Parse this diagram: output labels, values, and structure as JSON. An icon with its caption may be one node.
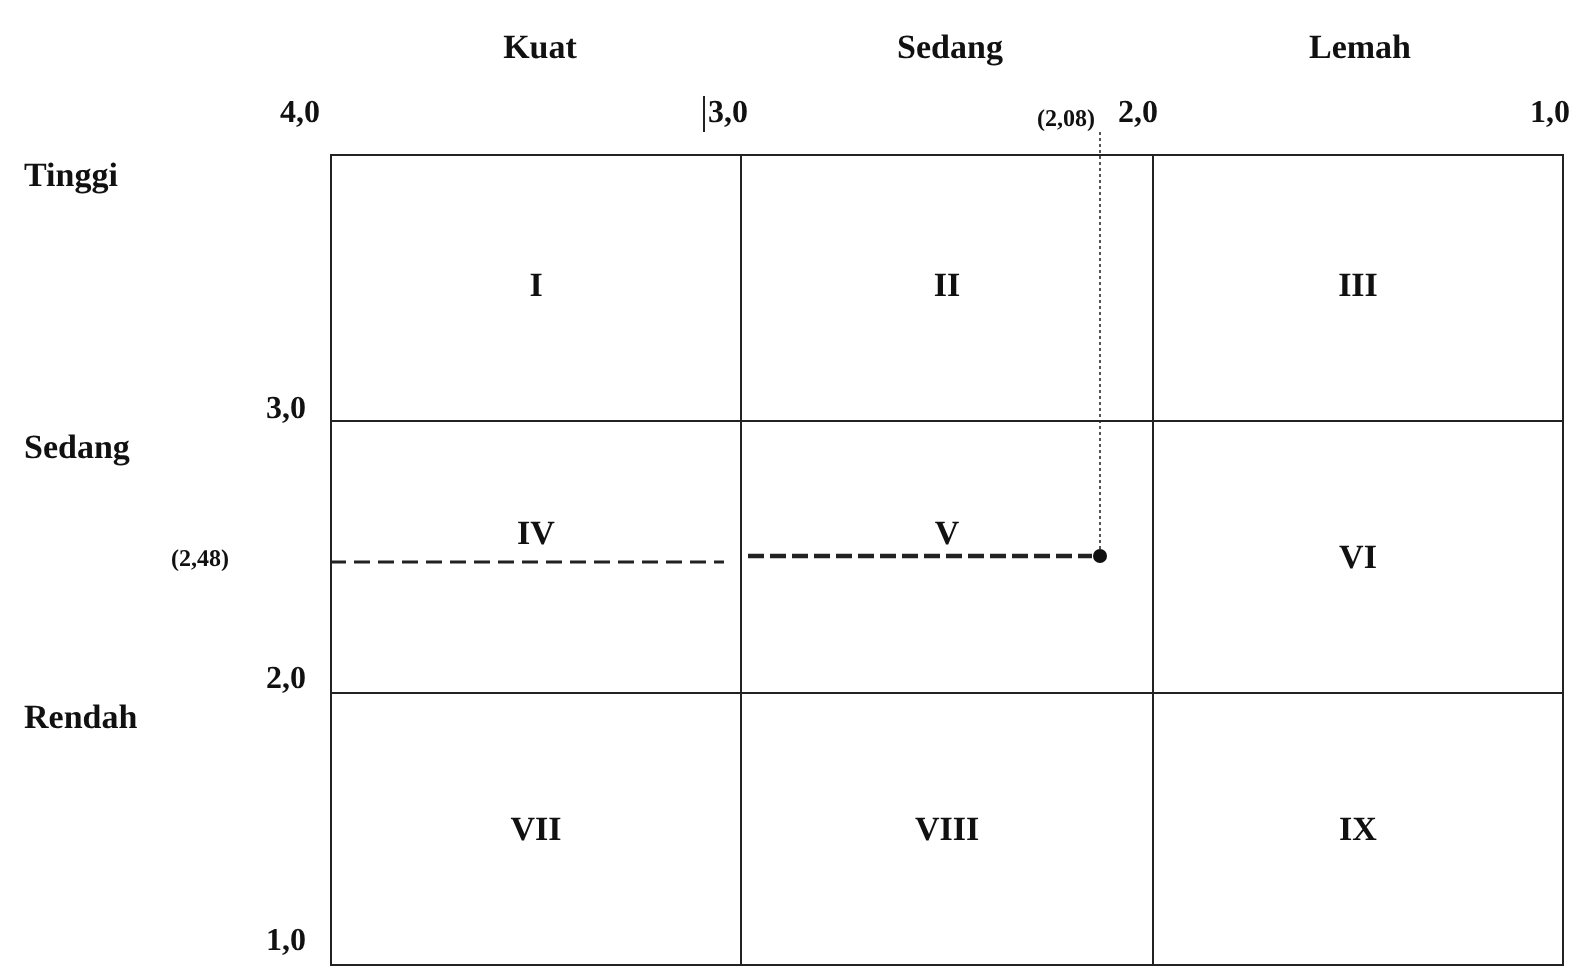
{
  "diagram": {
    "nodes": [
      {
        "text": [
          "I"
        ]
      },
      {
        "text": [
          "II"
        ]
      },
      {
        "text": [
          "III"
        ]
      },
      {
        "text": [
          "IV"
        ]
      },
      {
        "text": [
          "V"
        ]
      },
      {
        "text": [
          "VI"
        ]
      },
      {
        "text": [
          "VII"
        ]
      },
      {
        "text": [
          "VIII"
        ]
      },
      {
        "text": [
          "IX"
        ]
      }
    ],
    "edges": [],
    "labels": [
      "Kuat",
      "Sedang",
      "Lemah",
      "4,0",
      "3,0",
      "(2,08)",
      "2,0",
      "1,0",
      "Tinggi",
      "3,0",
      "Sedang",
      "(2,48)",
      "2,0",
      "Rendah",
      "1,0"
    ]
  }
}
